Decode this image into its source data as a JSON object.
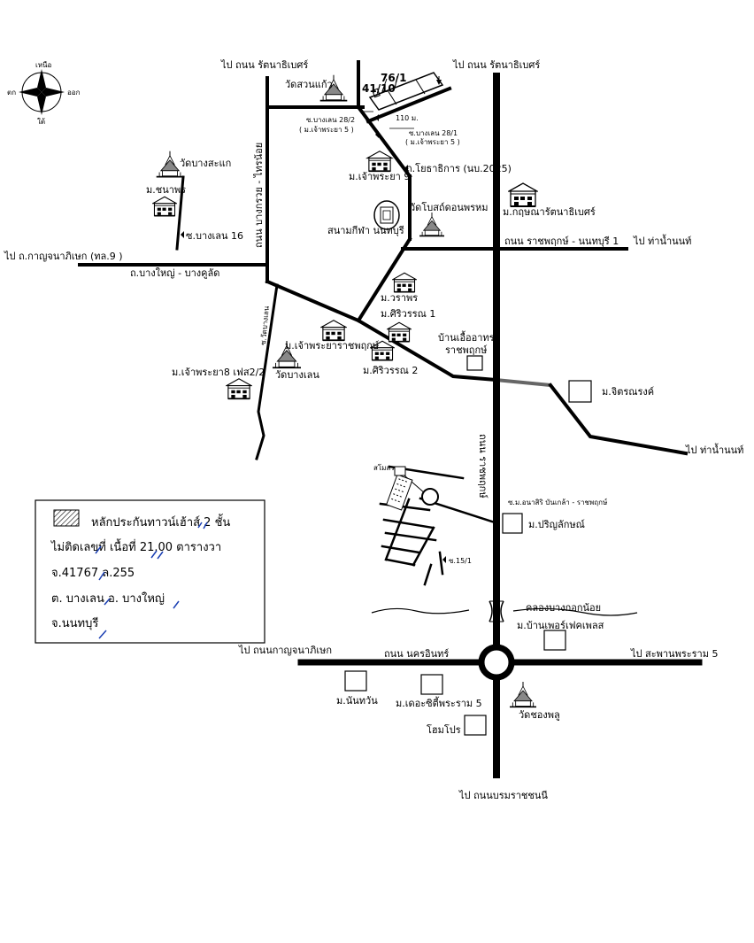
{
  "compass": {
    "north": "เหนือ",
    "south": "ใต้",
    "east": "ออก",
    "west": "ตก"
  },
  "roads": {
    "to_rattanathibet_left": "ไป ถนน รัตนาธิเบศร์",
    "to_rattanathibet_right": "ไป ถนน รัตนาธิเบศร์",
    "bang_kruai_sai_noi": "ถนน บางกรวย - ไทรน้อย",
    "soi_bang_len_28_2": "ซ.บางเลน 28/2",
    "moo_chaophraya5_a": "( ม.เจ้าพระยา 5 )",
    "soi_bang_len_28_1": "ซ.บางเลน 28/1",
    "moo_chaophraya5_b": "( ม.เจ้าพระยา 5 )",
    "distance_110": "110 ม.",
    "plot_76_1": "76/1",
    "plot_41_10": "41/10",
    "road_2025": "ถ.โยธาธิการ (นบ.2025)",
    "to_kanchanaphisek_left": "ไป ถ.กาญจนาภิเษก (ทล.9 )",
    "bang_yai_bang_khu_wat": "ถ.บางใหญ่ - บางคูลัด",
    "soi_bang_len_16": "ซ.บางเลน 16",
    "ratchaphruek_nonthaburi1": "ถนน ราชพฤกษ์ - นนทบุรี 1",
    "to_tha_nam_non_top": "ไป ท่าน้ำนนท์",
    "soi_wat_bang_len": "ซ.วัดบางเลน",
    "to_tha_nam_non_right": "ไป ท่าน้ำนนท์",
    "ratchaphruek_road": "ถนน ราชพฤกษ์",
    "soi_anasiri": "ซ.ม.อนาสิริ บันเกล้า - ราชพฤกษ์",
    "soi_15_1": "ซ.15/1",
    "khlong_bangkok_noi": "คลองบางกอกน้อย",
    "to_kanchanaphisek_bottom": "ไป ถนนกาญจนาภิเษก",
    "nakhon_in_road": "ถนน นครอินทร์",
    "to_rama5_bridge": "ไป สะพานพระราม 5",
    "to_borommaratchachonnani": "ไป ถนนบรมราชชนนี"
  },
  "places": {
    "wat_suan_kaeo": "วัดสวนแก้ว",
    "wat_bang_sa_kae": "วัดบางสะแก",
    "moo_chanaporn": "ม.ชนาพร",
    "moo_chaophraya9": "ม.เจ้าพระยา 9",
    "wat_bot_don_phrom": "วัดโบสถ์ดอนพรหม",
    "stadium": "สนามกีฬา นนทบุรี",
    "moo_kritsada": "ม.กฤษณารัตนาธิเบศร์",
    "moo_waraporn": "ม.วราพร",
    "moo_sirawan1": "ม.ศิริวรรณ 1",
    "ban_ua_athon_1": "บ้านเอื้ออาทร",
    "ban_ua_athon_2": "ราชพฤกษ์",
    "moo_chaophraya_ratchaphruek": "ม.เจ้าพระยาราชพฤกษ์",
    "moo_sirawan2": "ม.ศิริวรรณ 2",
    "wat_bang_len": "วัดบางเลน",
    "moo_chaophraya8": "ม.เจ้าพระยา8 เฟส2/2",
    "moo_jittranarong": "ม.จิตรณรงค์",
    "sa_lo_mo": "สโมสร",
    "moo_parinyalak": "ม.ปริญลักษณ์",
    "moo_ban_perfect_place": "ม.บ้านเพอร์เฟคเพลส",
    "moo_nantawan": "ม.นันทวัน",
    "moo_the_city_rama5": "ม.เดอะซิตี้พระราม 5",
    "wat_song_phlu": "วัดชองพลู",
    "home_pro": "โฮมโปร"
  },
  "legend": {
    "marker_label": "หลักประกันทาวน์เฮ้าส์ 2 ชั้น",
    "line2": "ไม่ติดเลขที่ เนื้อที่ 21.00 ตารางวา",
    "line3": "จ.41767 ล.255",
    "line4": "ต. บางเลน   อ. บางใหญ่",
    "line5": "จ.นนทบุรี"
  }
}
